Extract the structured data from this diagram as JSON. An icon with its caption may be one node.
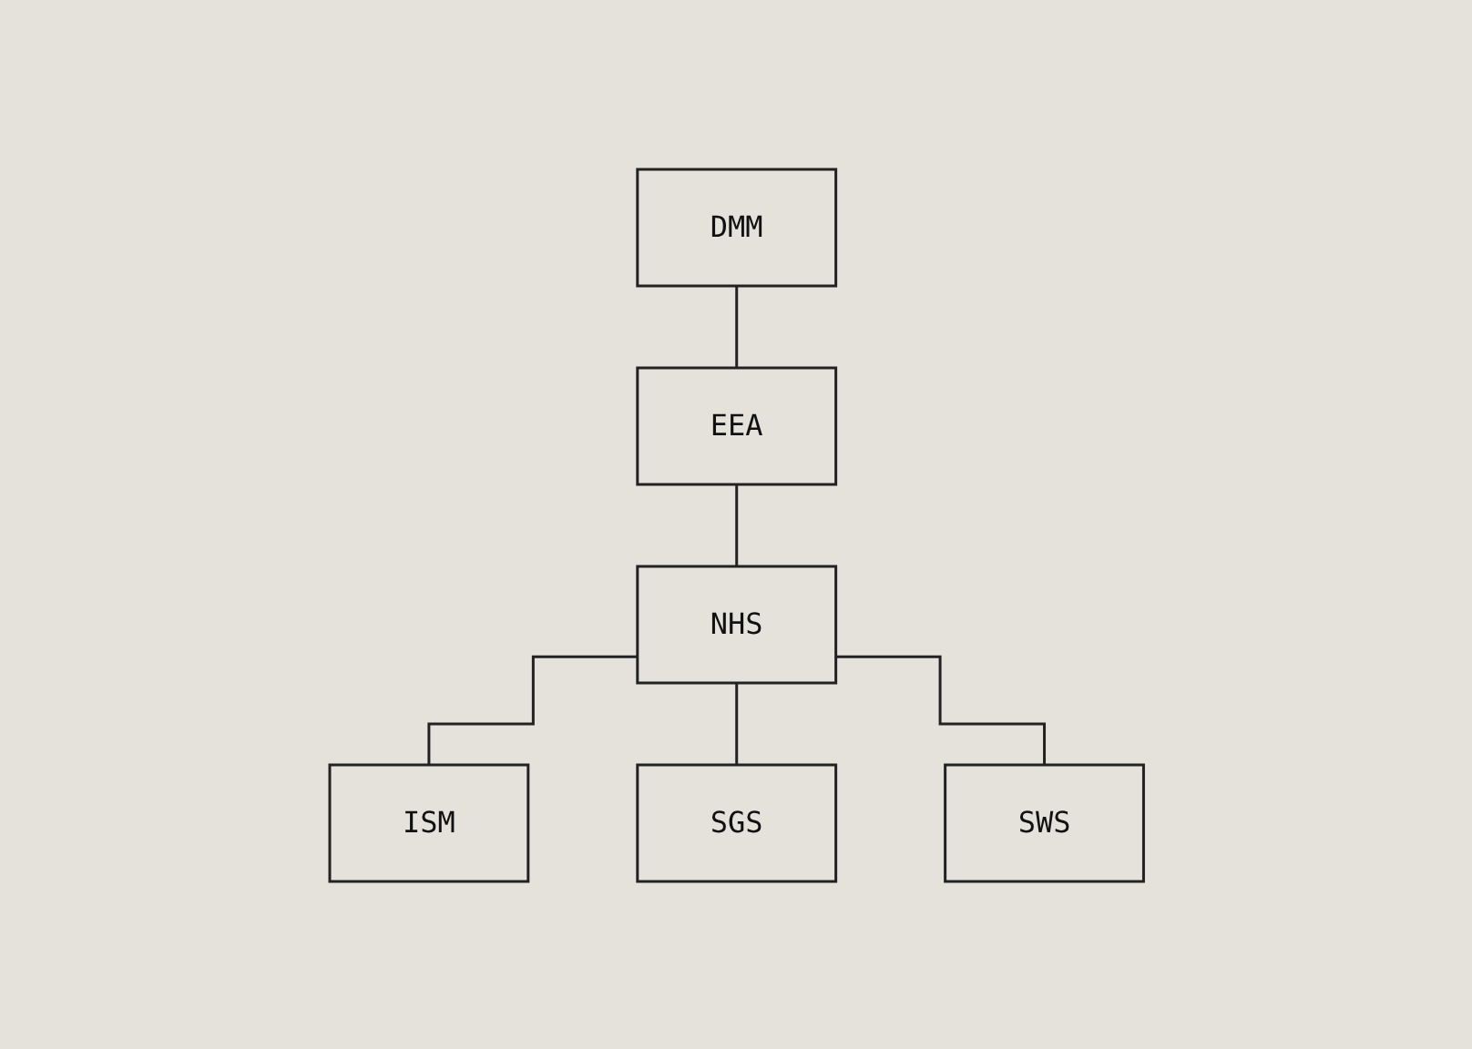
{
  "diagram": {
    "nodes": [
      {
        "text": [
          "DMM"
        ]
      },
      {
        "text": [
          "EEA"
        ]
      },
      {
        "text": [
          "NHS"
        ]
      },
      {
        "text": [
          "ISM"
        ]
      },
      {
        "text": [
          "SGS"
        ]
      },
      {
        "text": [
          "SWS"
        ]
      }
    ],
    "edges": [
      {
        "from": 0,
        "to": 1,
        "arrow": "none"
      },
      {
        "from": 1,
        "to": 2,
        "arrow": "none"
      },
      {
        "from": 2,
        "to": 3,
        "arrow": "none"
      },
      {
        "from": 2,
        "to": 4,
        "arrow": "none"
      },
      {
        "from": 2,
        "to": 5,
        "arrow": "none"
      }
    ]
  }
}
